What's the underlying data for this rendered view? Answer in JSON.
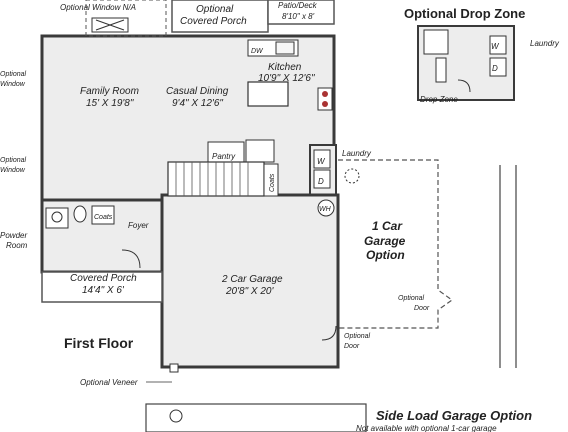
{
  "labels": {
    "optional_window_na": "Optional Window N/A",
    "optional_covered_porch_1": "Optional",
    "optional_covered_porch_2": "Covered Porch",
    "patio_deck_1": "Patio/Deck",
    "patio_deck_2": "8'10\" x 8'",
    "optional_drop_zone_title": "Optional Drop Zone",
    "laundry_drop": "Laundry",
    "drop_zone": "Drop Zone",
    "optional_window_left_top_1": "Optional",
    "optional_window_left_top_2": "Window",
    "optional_window_left_mid_1": "Optional",
    "optional_window_left_mid_2": "Window",
    "family_room_1": "Family Room",
    "family_room_2": "15' X 19'8\"",
    "casual_dining_1": "Casual Dining",
    "casual_dining_2": "9'4\" X 12'6\"",
    "kitchen_1": "Kitchen",
    "kitchen_2": "10'9\" X 12'6\"",
    "dw": "DW",
    "pantry": "Pantry",
    "laundry_main": "Laundry",
    "coats_stair": "Coats",
    "coats_powder": "Coats",
    "w": "W",
    "d": "D",
    "wh": "WH",
    "powder_room_1": "Powder",
    "powder_room_2": "Room",
    "foyer": "Foyer",
    "covered_porch_1": "Covered Porch",
    "covered_porch_2": "14'4\" X 6'",
    "garage_2car_1": "2 Car Garage",
    "garage_2car_2": "20'8\" X 20'",
    "garage_1car_1": "1 Car",
    "garage_1car_2": "Garage",
    "garage_1car_3": "Option",
    "optional_door_right_1": "Optional",
    "optional_door_right_2": "Door",
    "optional_door_bottom_1": "Optional",
    "optional_door_bottom_2": "Door",
    "first_floor": "First Floor",
    "optional_veneer": "Optional Veneer",
    "side_load_title": "Side Load Garage Option",
    "side_load_note": "Not available with optional 1-car garage"
  },
  "colors": {
    "floor_fill": "#ededed",
    "wall": "#3a3a3a",
    "title_blue": "#7a8fb8"
  }
}
